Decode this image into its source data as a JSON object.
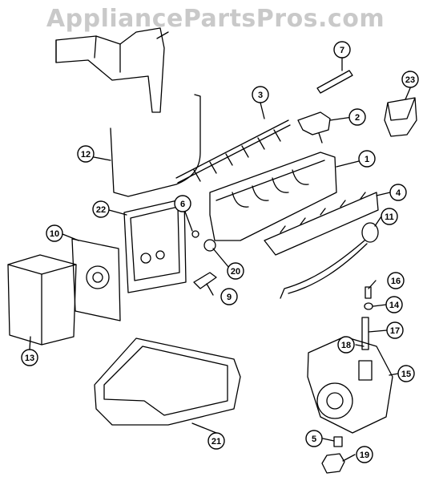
{
  "watermark": "AppliancePartsPros.com",
  "accent_color": "#000000",
  "callouts": [
    {
      "id": "c1",
      "label": "1"
    },
    {
      "id": "c2",
      "label": "2"
    },
    {
      "id": "c3",
      "label": "3"
    },
    {
      "id": "c4",
      "label": "4"
    },
    {
      "id": "c5",
      "label": "5"
    },
    {
      "id": "c6",
      "label": "6"
    },
    {
      "id": "c7",
      "label": "7"
    },
    {
      "id": "c9",
      "label": "9"
    },
    {
      "id": "c10",
      "label": "10"
    },
    {
      "id": "c11",
      "label": "11"
    },
    {
      "id": "c12",
      "label": "12"
    },
    {
      "id": "c13",
      "label": "13"
    },
    {
      "id": "c14",
      "label": "14"
    },
    {
      "id": "c15",
      "label": "15"
    },
    {
      "id": "c16",
      "label": "16"
    },
    {
      "id": "c17",
      "label": "17"
    },
    {
      "id": "c18",
      "label": "18"
    },
    {
      "id": "c19",
      "label": "19"
    },
    {
      "id": "c20",
      "label": "20"
    },
    {
      "id": "c21",
      "label": "21"
    },
    {
      "id": "c22",
      "label": "22"
    },
    {
      "id": "c23",
      "label": "23"
    }
  ]
}
